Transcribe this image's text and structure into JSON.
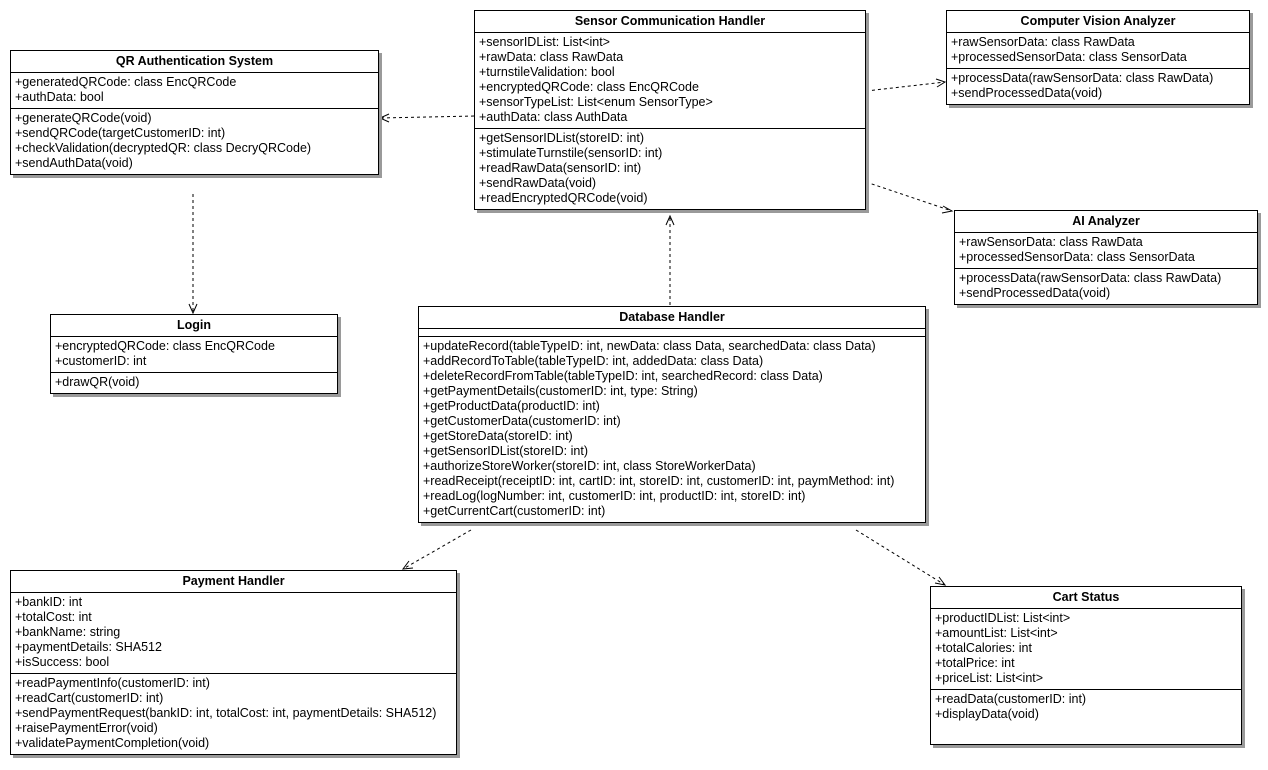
{
  "classes": {
    "qr_auth": {
      "name": "QR Authentication System",
      "attributes": [
        "+generatedQRCode: class EncQRCode",
        "+authData: bool"
      ],
      "methods": [
        "+generateQRCode(void)",
        "+sendQRCode(targetCustomerID: int)",
        "+checkValidation(decryptedQR: class DecryQRCode)",
        "+sendAuthData(void)"
      ]
    },
    "sensor_comm": {
      "name": "Sensor Communication Handler",
      "attributes": [
        "+sensorIDList: List<int>",
        "+rawData: class RawData",
        "+turnstileValidation: bool",
        "+encryptedQRCode: class EncQRCode",
        "+sensorTypeList: List<enum SensorType>",
        "+authData: class AuthData"
      ],
      "methods": [
        "+getSensorIDList(storeID: int)",
        "+stimulateTurnstile(sensorID: int)",
        "+readRawData(sensorID: int)",
        "+sendRawData(void)",
        "+readEncryptedQRCode(void)"
      ]
    },
    "cv_analyzer": {
      "name": "Computer Vision Analyzer",
      "attributes": [
        "+rawSensorData: class RawData",
        "+processedSensorData: class SensorData"
      ],
      "methods": [
        "+processData(rawSensorData: class RawData)",
        "+sendProcessedData(void)"
      ]
    },
    "ai_analyzer": {
      "name": "AI Analyzer",
      "attributes": [
        "+rawSensorData: class RawData",
        "+processedSensorData: class SensorData"
      ],
      "methods": [
        "+processData(rawSensorData: class RawData)",
        "+sendProcessedData(void)"
      ]
    },
    "login": {
      "name": "Login",
      "attributes": [
        "+encryptedQRCode: class EncQRCode",
        "+customerID: int"
      ],
      "methods": [
        "+drawQR(void)"
      ]
    },
    "db_handler": {
      "name": "Database Handler",
      "attributes": [],
      "methods": [
        "+updateRecord(tableTypeID: int, newData: class Data, searchedData: class Data)",
        "+addRecordToTable(tableTypeID: int, addedData: class Data)",
        "+deleteRecordFromTable(tableTypeID: int, searchedRecord: class Data)",
        "+getPaymentDetails(customerID: int, type: String)",
        "+getProductData(productID: int)",
        "+getCustomerData(customerID: int)",
        "+getStoreData(storeID: int)",
        "+getSensorIDList(storeID: int)",
        "+authorizeStoreWorker(storeID: int, class StoreWorkerData)",
        "+readReceipt(receiptID: int, cartID: int, storeID: int, customerID: int, paymMethod: int)",
        "+readLog(logNumber: int, customerID: int, productID: int, storeID: int)",
        "+getCurrentCart(customerID: int)"
      ]
    },
    "payment": {
      "name": "Payment Handler",
      "attributes": [
        "+bankID: int",
        "+totalCost: int",
        "+bankName: string",
        "+paymentDetails: SHA512",
        "+isSuccess: bool"
      ],
      "methods": [
        "+readPaymentInfo(customerID: int)",
        "+readCart(customerID: int)",
        "+sendPaymentRequest(bankID: int, totalCost: int, paymentDetails: SHA512)",
        "+raisePaymentError(void)",
        "+validatePaymentCompletion(void)"
      ]
    },
    "cart": {
      "name": "Cart Status",
      "attributes": [
        "+productIDList: List<int>",
        "+amountList: List<int>",
        "+totalCalories: int",
        "+totalPrice: int",
        "+priceList: List<int>"
      ],
      "methods": [
        "+readData(customerID: int)",
        "+displayData(void)"
      ]
    }
  }
}
